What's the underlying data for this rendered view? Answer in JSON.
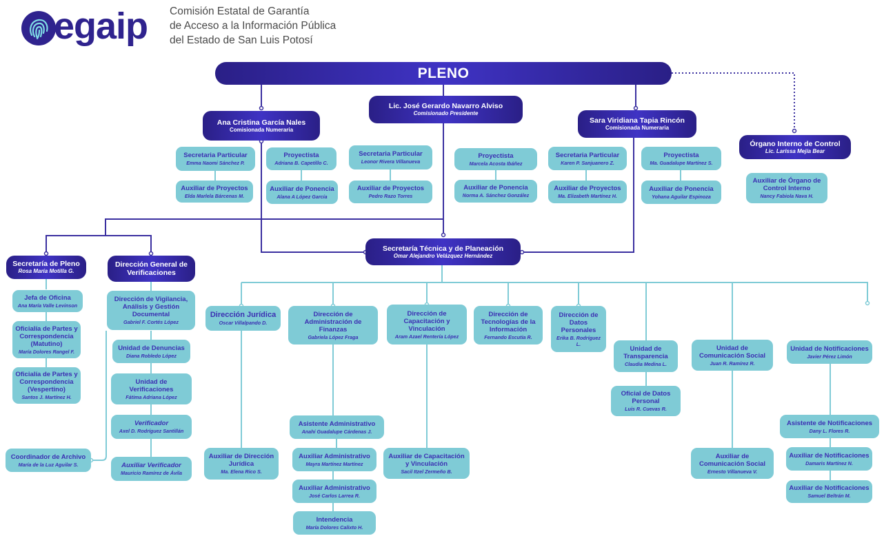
{
  "header": {
    "logo_text": "egaip",
    "org_lines": [
      "Comisión Estatal de Garantía",
      "de Acceso a la Información Pública",
      "del Estado de San Luis Potosí"
    ]
  },
  "nodes": {
    "pleno": {
      "title": "PLENO",
      "sub": ""
    },
    "ana": {
      "title": "Ana Cristina García Nales",
      "sub": "Comisionada Numeraria"
    },
    "jose": {
      "title": "Lic. José Gerardo Navarro Alviso",
      "sub": "Comisionado Presidente"
    },
    "sara": {
      "title": "Sara Viridiana Tapia Rincón",
      "sub": "Comisionada Numeraria"
    },
    "oic": {
      "title": "Órgano Interno de Control",
      "sub": "Lic. Larissa Mejía Bear"
    },
    "a1": {
      "title": "Secretaria Particular",
      "sub": "Emma Naomi Sánchez P."
    },
    "a2": {
      "title": "Proyectista",
      "sub": "Adriana B. Capetillo C."
    },
    "a3": {
      "title": "Auxiliar de Proyectos",
      "sub": "Elda Marlela Bárcenas M."
    },
    "a4": {
      "title": "Auxiliar de Ponencia",
      "sub": "Alana A López García"
    },
    "j1": {
      "title": "Secretaria Particular",
      "sub": "Leonor Rivera Villanueva"
    },
    "j2": {
      "title": "Proyectista",
      "sub": "Marcela Acosta Ibáñez"
    },
    "j3": {
      "title": "Auxiliar de Proyectos",
      "sub": "Pedro Razo Torres"
    },
    "j4": {
      "title": "Auxiliar de Ponencia",
      "sub": "Norma A. Sánchez González"
    },
    "s1": {
      "title": "Secretaria Particular",
      "sub": "Karen P. Sanjuanero Z."
    },
    "s2": {
      "title": "Proyectista",
      "sub": "Ma. Guadalupe Martínez S."
    },
    "s3": {
      "title": "Auxiliar de Proyectos",
      "sub": "Ma. Elizabeth Martínez H."
    },
    "s4": {
      "title": "Auxiliar de Ponencia",
      "sub": "Yohana Aguilar Espinoza"
    },
    "o1": {
      "title": "Auxiliar de Órgano de Control Interno",
      "sub": "Nancy Fabiola Nava H."
    },
    "stp": {
      "title": "Secretaría Técnica y de Planeación",
      "sub": "Omar Alejandro Velázquez Hernández"
    },
    "spleno": {
      "title": "Secretaría de Pleno",
      "sub": "Rosa María Motilla G."
    },
    "dgv": {
      "title": "Dirección General de Verificaciones",
      "sub": ""
    },
    "sp1": {
      "title": "Jefa de Oficina",
      "sub": "Ana María Valle Levinson"
    },
    "sp2": {
      "title": "Oficialía de Partes y Correspondencia (Matutino)",
      "sub": "María Dolores Rangel F."
    },
    "sp3": {
      "title": "Oficialía de Partes y Correspondencia (Vespertino)",
      "sub": "Santos J. Martínez H."
    },
    "sp4": {
      "title": "Coordinador de Archivo",
      "sub": "María de la Luz Aguilar S."
    },
    "dv1": {
      "title": "Dirección de Vigilancia, Análisis y Gestión Documental",
      "sub": "Gabriel F. Cortés López"
    },
    "dv2": {
      "title": "Unidad de Denuncias",
      "sub": "Diana Robledo López"
    },
    "dv3": {
      "title": "Unidad de Verificaciones",
      "sub": "Fátima Adriana López"
    },
    "dv4": {
      "title": "Verificador",
      "sub": "Axel D. Rodríguez Santillán"
    },
    "dv5": {
      "title": "Auxiliar Verificador",
      "sub": "Mauricio Ramírez de Ávila"
    },
    "dj": {
      "title": "Dirección Jurídica",
      "sub": "Oscar Villalpando D."
    },
    "dj1": {
      "title": "Auxiliar de Dirección Jurídica",
      "sub": "Ma. Elena Rico S."
    },
    "daf": {
      "title": "Dirección de Administración de Finanzas",
      "sub": "Gabriela López Fraga"
    },
    "daf1": {
      "title": "Asistente Administrativo",
      "sub": "Anahí Guadalupe Cárdenas J."
    },
    "daf2": {
      "title": "Auxiliar Administrativo",
      "sub": "Mayra Martínez Martínez"
    },
    "daf3": {
      "title": "Auxiliar Administrativo",
      "sub": "José Carlos Larrea R."
    },
    "daf4": {
      "title": "Intendencia",
      "sub": "María Dolores Calixto H."
    },
    "dcv": {
      "title": "Dirección de Capacitación y Vinculación",
      "sub": "Aram Azael Rentería López"
    },
    "dcv1": {
      "title": "Auxiliar de Capacitación y Vinculación",
      "sub": "Sacil Itzel Zermeño B."
    },
    "dti": {
      "title": "Dirección de Tecnologías de la Información",
      "sub": "Fernando Escutia R."
    },
    "ddp": {
      "title": "Dirección de Datos Personales",
      "sub": "Erika B. Rodríguez L."
    },
    "ut": {
      "title": "Unidad de Transparencia",
      "sub": "Claudia Medina L."
    },
    "ut1": {
      "title": "Oficial de Datos Personal",
      "sub": "Luis R. Cuevas R."
    },
    "ucs": {
      "title": "Unidad de Comunicación Social",
      "sub": "Juan R. Ramírez R."
    },
    "ucs1": {
      "title": "Auxiliar de Comunicación Social",
      "sub": "Ernesto Villanueva V."
    },
    "un": {
      "title": "Unidad de Notificaciones",
      "sub": "Javier Pérez Limón"
    },
    "un1": {
      "title": "Asistente de Notificaciones",
      "sub": "Dany L. Flores R."
    },
    "un2": {
      "title": "Auxiliar de Notificaciones",
      "sub": "Damaris Martínez N."
    },
    "un3": {
      "title": "Auxiliar de Notificaciones",
      "sub": "Samuel Beltrán M."
    }
  },
  "colors": {
    "navy": "#2f238e",
    "teal": "#7fcbd6",
    "teal_text": "#3b2fb2",
    "line_navy": "#3a2fa0",
    "line_teal": "#7fcbd6"
  }
}
